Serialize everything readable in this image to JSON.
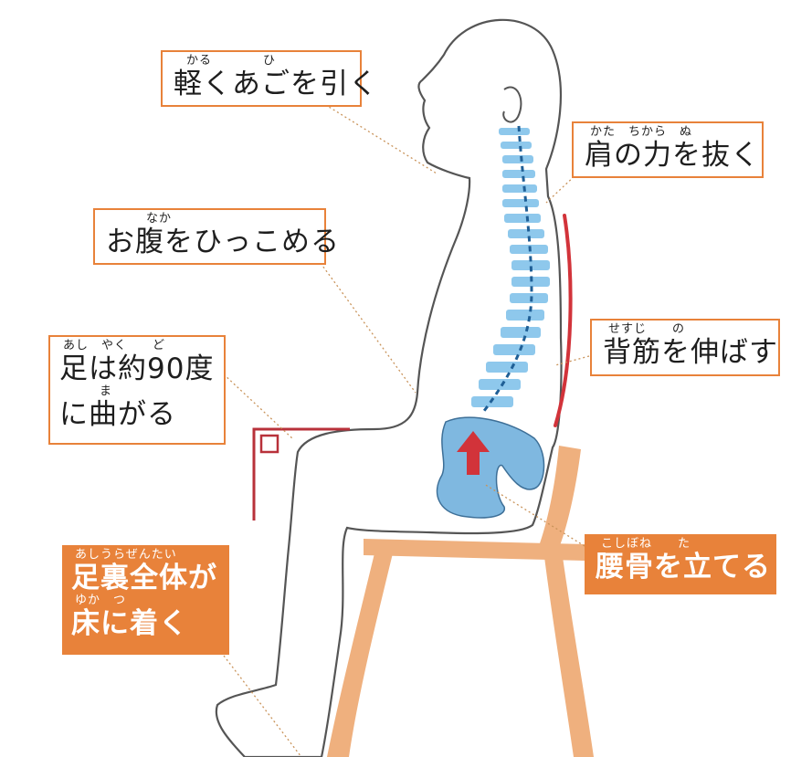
{
  "colors": {
    "accent": "#e8823a",
    "spine": "#8ec8ec",
    "pelvis": "#7fb8e0",
    "arrow": "#d2333a",
    "chair": "#efb07e",
    "outline": "#555555",
    "back_line": "#d2333a",
    "leader": "#c9935a"
  },
  "labels": {
    "chin": {
      "ruby": "かる　　　　ひ",
      "text": "軽くあごを引く"
    },
    "shoulder": {
      "ruby": "かた　ちから　ぬ",
      "text": "肩の力を抜く"
    },
    "belly": {
      "ruby": "なか",
      "text": "お腹をひっこめる"
    },
    "back": {
      "ruby": "せすじ　　の",
      "text": "背筋を伸ばす"
    },
    "leg_angle": {
      "ruby1": "あし　やく　　ど",
      "line1": "足は約90度",
      "ruby2": "ま",
      "line2": "に曲がる"
    },
    "feet": {
      "ruby1": "あしうらぜんたい",
      "line1": "足裏全体が",
      "ruby2": "ゆか　つ",
      "line2": "床に着く"
    },
    "pelvis": {
      "ruby": "こしぼね　　た",
      "text": "腰骨を立てる"
    }
  }
}
